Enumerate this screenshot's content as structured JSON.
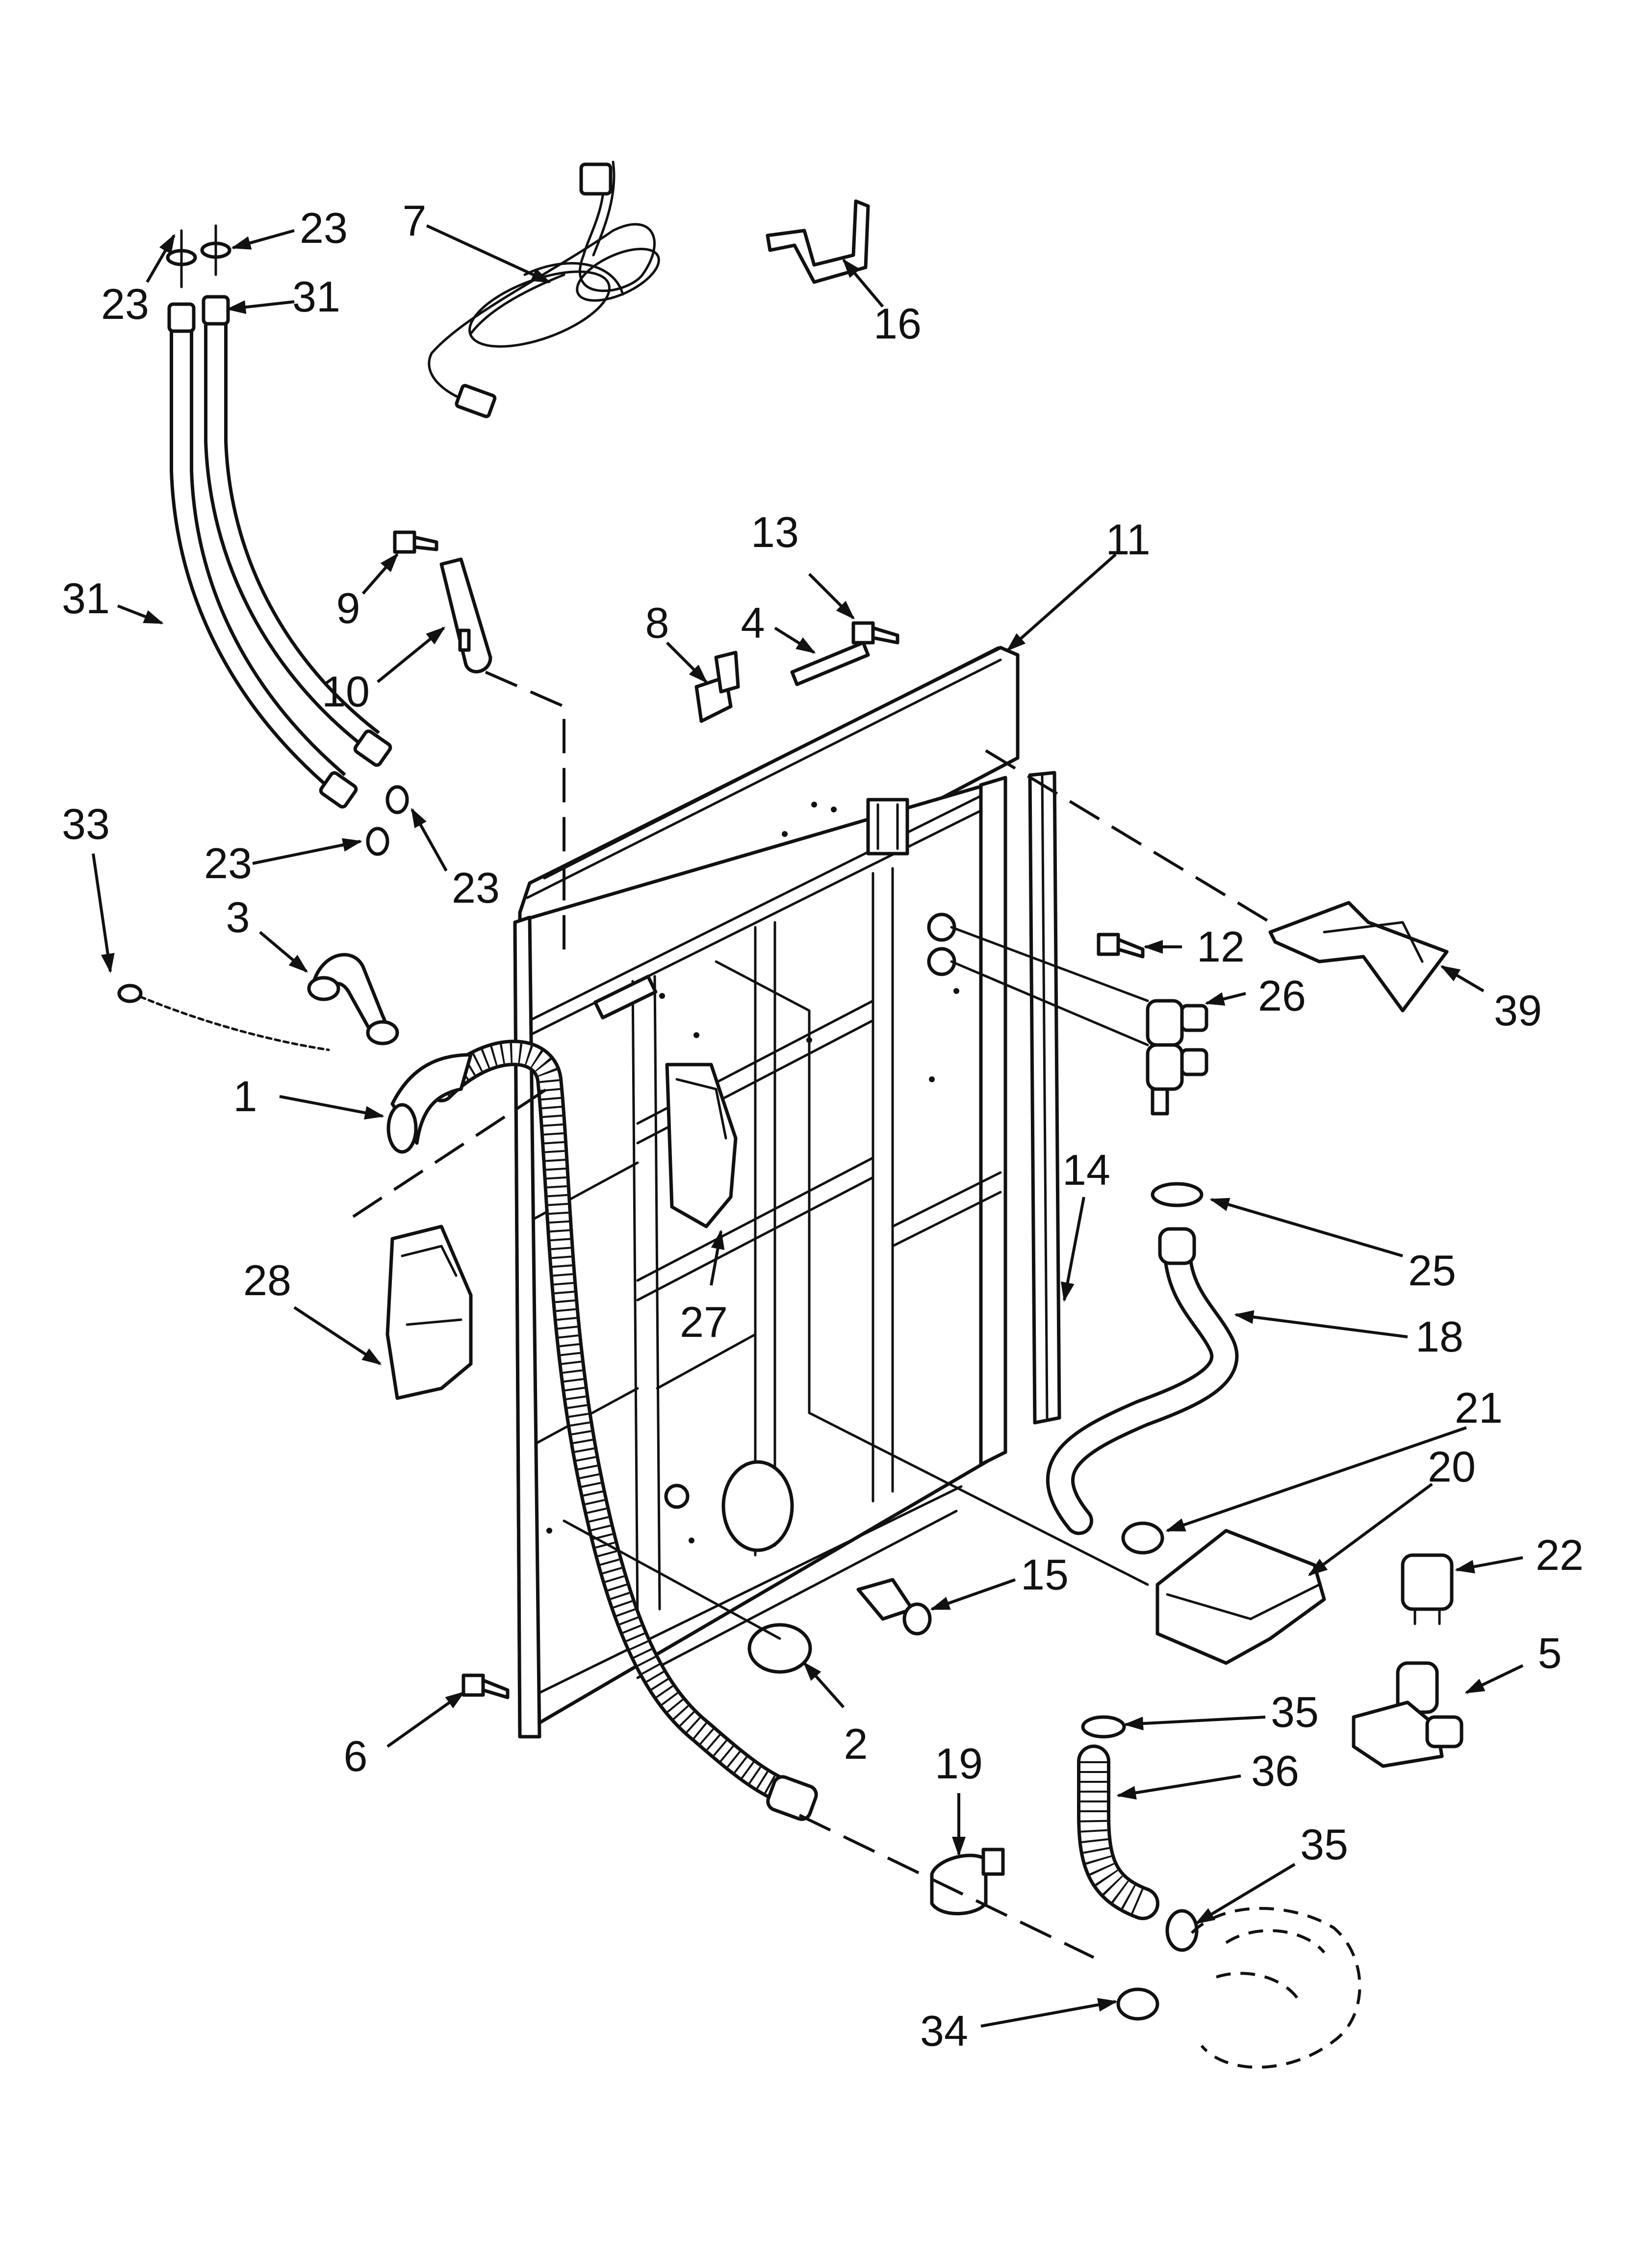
{
  "diagram": {
    "type": "exploded parts diagram",
    "callouts": [
      {
        "id": "c7",
        "label": "7"
      },
      {
        "id": "c23a",
        "label": "23"
      },
      {
        "id": "c23b",
        "label": "23"
      },
      {
        "id": "c31a",
        "label": "31"
      },
      {
        "id": "c16",
        "label": "16"
      },
      {
        "id": "c13",
        "label": "13"
      },
      {
        "id": "c11",
        "label": "11"
      },
      {
        "id": "c9",
        "label": "9"
      },
      {
        "id": "c31b",
        "label": "31"
      },
      {
        "id": "c8",
        "label": "8"
      },
      {
        "id": "c4",
        "label": "4"
      },
      {
        "id": "c10",
        "label": "10"
      },
      {
        "id": "c33",
        "label": "33"
      },
      {
        "id": "c23c",
        "label": "23"
      },
      {
        "id": "c23d",
        "label": "23"
      },
      {
        "id": "c3",
        "label": "3"
      },
      {
        "id": "c12",
        "label": "12"
      },
      {
        "id": "c26",
        "label": "26"
      },
      {
        "id": "c39",
        "label": "39"
      },
      {
        "id": "c1",
        "label": "1"
      },
      {
        "id": "c14",
        "label": "14"
      },
      {
        "id": "c25",
        "label": "25"
      },
      {
        "id": "c28",
        "label": "28"
      },
      {
        "id": "c27",
        "label": "27"
      },
      {
        "id": "c18",
        "label": "18"
      },
      {
        "id": "c21",
        "label": "21"
      },
      {
        "id": "c20",
        "label": "20"
      },
      {
        "id": "c22",
        "label": "22"
      },
      {
        "id": "c15",
        "label": "15"
      },
      {
        "id": "c5",
        "label": "5"
      },
      {
        "id": "c35a",
        "label": "35"
      },
      {
        "id": "c6",
        "label": "6"
      },
      {
        "id": "c2",
        "label": "2"
      },
      {
        "id": "c19",
        "label": "19"
      },
      {
        "id": "c36",
        "label": "36"
      },
      {
        "id": "c35b",
        "label": "35"
      },
      {
        "id": "c34",
        "label": "34"
      }
    ]
  }
}
